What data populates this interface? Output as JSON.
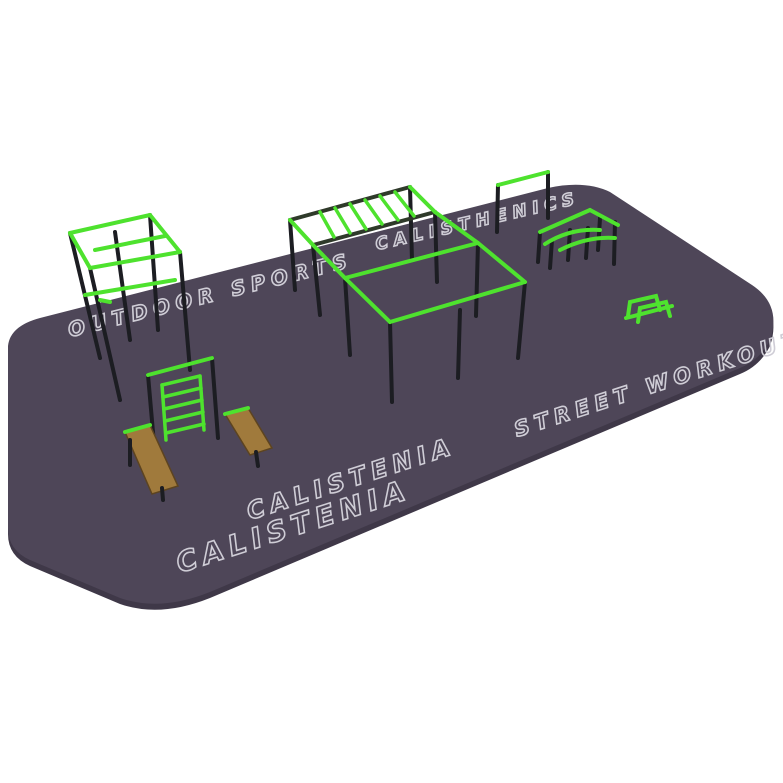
{
  "floor_text": {
    "outdoor": "OUTDOOR SPORTS",
    "calisthenics": "CALISTHENICS",
    "street": "STREET WORKOUT",
    "calistenia1": "CALISTENIA",
    "calistenia2": "CALISTENIA"
  },
  "colors": {
    "floor": "#4e4658",
    "floor_edge": "#3f3848",
    "accent_green": "#4ee22e",
    "poles": "#1c1d22",
    "bench_wood": "#a07a3c",
    "floor_text": "#cfcdd6"
  },
  "icons": [
    "calisthenics-equipment"
  ]
}
